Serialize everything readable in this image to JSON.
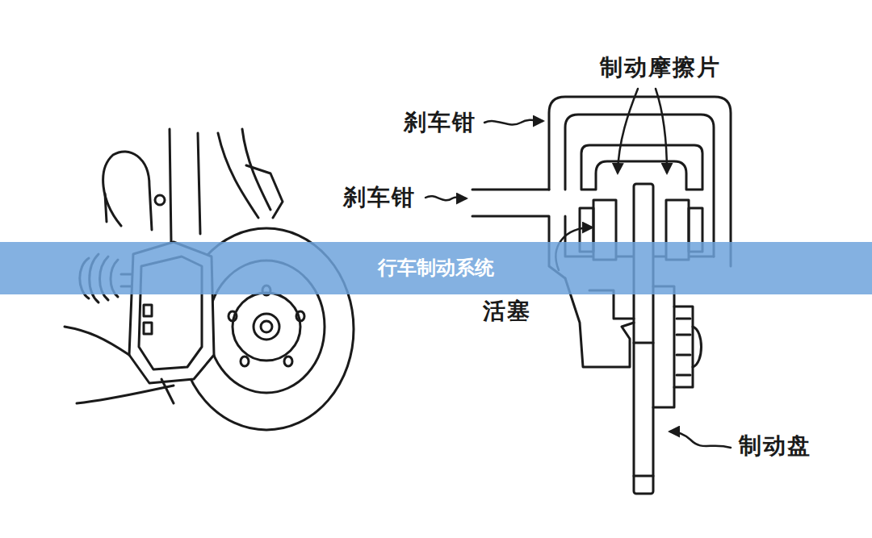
{
  "diagram": {
    "title": "行车制动系统",
    "labels": [
      "制动摩擦片",
      "刹车钳",
      "刹车钳",
      "活塞",
      "制动盘"
    ]
  }
}
